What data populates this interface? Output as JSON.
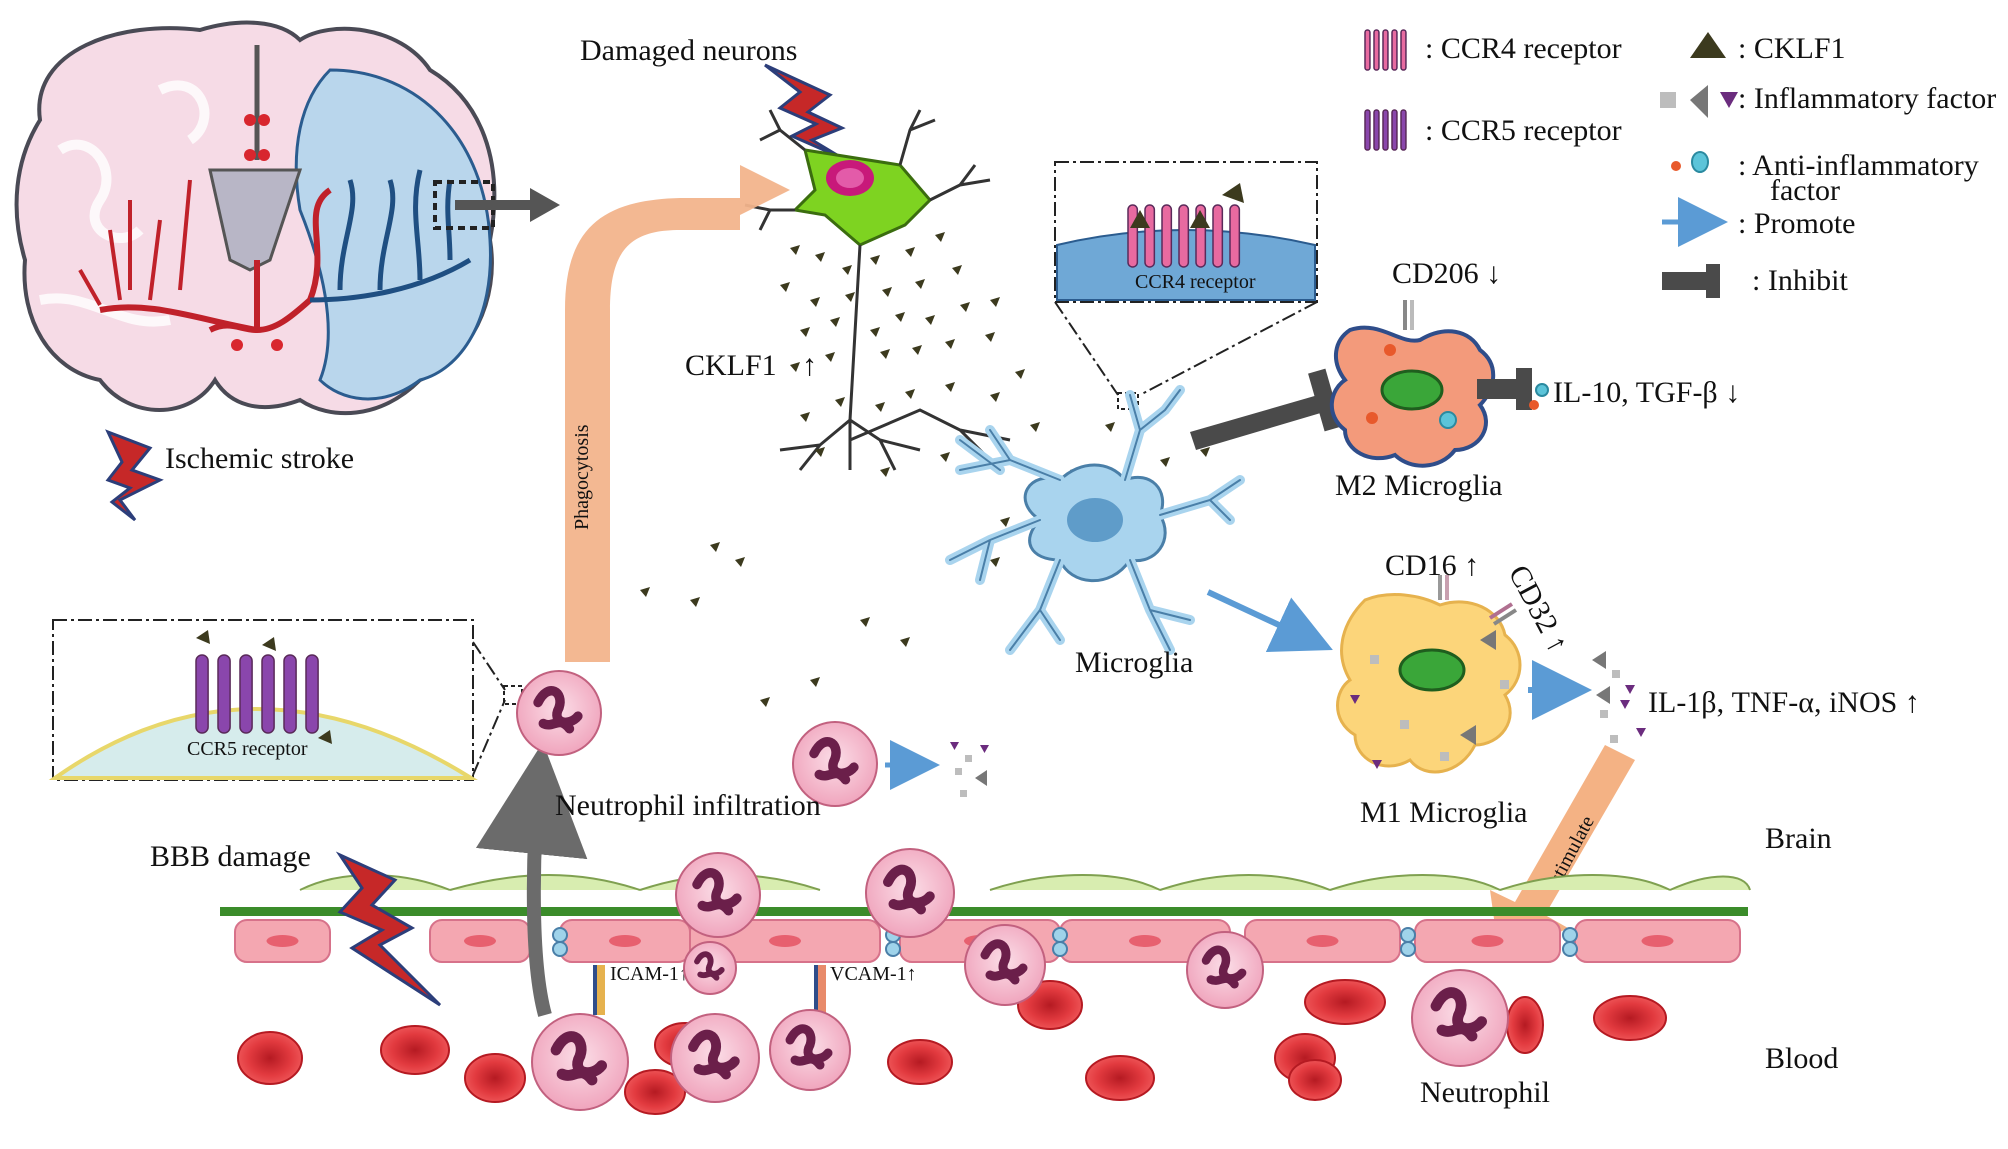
{
  "labels": {
    "damaged_neurons": "Damaged neurons",
    "ischemic_stroke": "Ischemic stroke",
    "cklf1": "CKLF1",
    "arrow_up": "↑",
    "phagocytosis": "Phagocytosis",
    "microglia": "Microglia",
    "ccr4_receptor_inset": "CCR4 receptor",
    "ccr5_receptor_inset": "CCR5 receptor",
    "cd206": "CD206 ↓",
    "il10_tgf": "IL-10, TGF-β ↓",
    "m2_microglia": "M2 Microglia",
    "cd16": "CD16 ↑",
    "cd32": "CD32 ↑",
    "il1b": "IL-1β, TNF-α, iNOS ↑",
    "m1_microglia": "M1 Microglia",
    "stimulate": "stimulate",
    "neutrophil_infiltration": "Neutrophil infiltration",
    "bbb_damage": "BBB damage",
    "icam1": "ICAM-1↑",
    "vcam1": "VCAM-1↑",
    "brain": "Brain",
    "blood": "Blood",
    "neutrophil": "Neutrophil"
  },
  "legend": {
    "ccr4": ": CCR4 receptor",
    "ccr5": ": CCR5 receptor",
    "cklf1": ": CKLF1",
    "inflammatory": ": Inflammatory factor",
    "anti_line1": ": Anti-inflammatory",
    "anti_line2": "factor",
    "promote": ": Promote",
    "inhibit": ": Inhibit"
  },
  "colors": {
    "promote_arrow": "#5b9bd5",
    "inhibit_bar": "#4a4a4a",
    "phagocytosis_arrow": "#f2b48c",
    "stimulate_arrow": "#f2a46e",
    "neuron": "#7ed321",
    "microglia": "#a9d4ee",
    "m2": "#f39a7b",
    "m1": "#fcd57a",
    "rbc": "#d7262b",
    "endothelium": "#f4a7b1",
    "ccr4": "#e86aa0",
    "ccr5": "#7b3f9e",
    "cklf1": "#3c3a1e"
  }
}
